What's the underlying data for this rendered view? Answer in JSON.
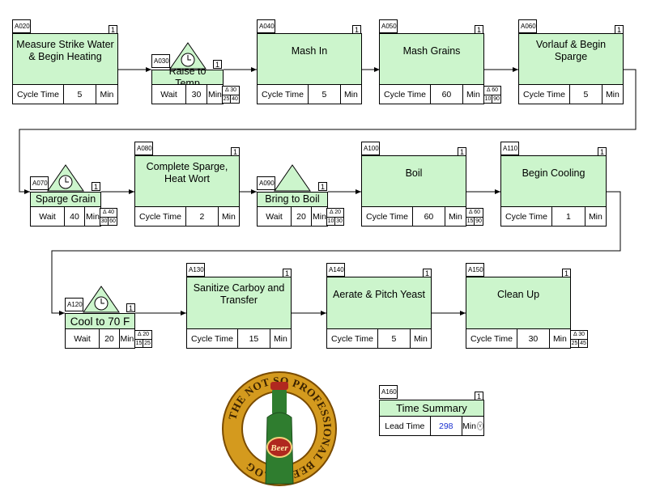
{
  "activities": [
    {
      "code": "A020",
      "qty": "1",
      "title": "Measure Strike Water & Begin Heating",
      "metric": "Cycle Time",
      "value": "5",
      "unit": "Min"
    },
    {
      "code": "A030",
      "qty": "1",
      "title": "Raise to Temp",
      "metric": "Wait",
      "value": "30",
      "unit": "Min",
      "range": {
        "top": "Δ 30",
        "lo": "25",
        "hi": "40"
      }
    },
    {
      "code": "A040",
      "qty": "1",
      "title": "Mash In",
      "metric": "Cycle Time",
      "value": "5",
      "unit": "Min"
    },
    {
      "code": "A050",
      "qty": "1",
      "title": "Mash Grains",
      "metric": "Cycle Time",
      "value": "60",
      "unit": "Min",
      "range": {
        "top": "Δ 60",
        "lo": "10",
        "hi": "90"
      }
    },
    {
      "code": "A060",
      "qty": "1",
      "title": "Vorlauf & Begin Sparge",
      "metric": "Cycle Time",
      "value": "5",
      "unit": "Min"
    },
    {
      "code": "A070",
      "qty": "1",
      "title": "Sparge Grain",
      "metric": "Wait",
      "value": "40",
      "unit": "Min",
      "range": {
        "top": "Δ 40",
        "lo": "30",
        "hi": "60"
      }
    },
    {
      "code": "A080",
      "qty": "1",
      "title": "Complete Sparge, Heat Wort",
      "metric": "Cycle Time",
      "value": "2",
      "unit": "Min"
    },
    {
      "code": "A090",
      "qty": "1",
      "title": "Bring to Boil",
      "metric": "Wait",
      "value": "20",
      "unit": "Min",
      "range": {
        "top": "Δ 20",
        "lo": "10",
        "hi": "30"
      }
    },
    {
      "code": "A100",
      "qty": "1",
      "title": "Boil",
      "metric": "Cycle Time",
      "value": "60",
      "unit": "Min",
      "range": {
        "top": "Δ 60",
        "lo": "15",
        "hi": "90"
      }
    },
    {
      "code": "A110",
      "qty": "1",
      "title": "Begin Cooling",
      "metric": "Cycle Time",
      "value": "1",
      "unit": "Min"
    },
    {
      "code": "A120",
      "qty": "1",
      "title": "Cool to 70 F",
      "metric": "Wait",
      "value": "20",
      "unit": "Min",
      "range": {
        "top": "Δ 20",
        "lo": "15",
        "hi": "25"
      }
    },
    {
      "code": "A130",
      "qty": "1",
      "title": "Sanitize Carboy and Transfer",
      "metric": "Cycle Time",
      "value": "15",
      "unit": "Min"
    },
    {
      "code": "A140",
      "qty": "1",
      "title": "Aerate & Pitch Yeast",
      "metric": "Cycle Time",
      "value": "5",
      "unit": "Min"
    },
    {
      "code": "A150",
      "qty": "1",
      "title": "Clean Up",
      "metric": "Cycle Time",
      "value": "30",
      "unit": "Min",
      "range": {
        "top": "Δ 30",
        "lo": "25",
        "hi": "45"
      }
    }
  ],
  "summary": {
    "code": "A160",
    "qty": "1",
    "title": "Time Summary",
    "metric": "Lead Time",
    "value": "298",
    "unit": "Min",
    "check": "∨"
  },
  "logo": {
    "ring_text": "THE NOT SO PROFESSIONAL BEER BLOG",
    "label": "Beer"
  },
  "colors": {
    "box_fill": "#ccf5cc",
    "value_blue": "#1a2fcf",
    "logo_gold": "#d49a1e",
    "bottle_green": "#2f7d2f"
  }
}
